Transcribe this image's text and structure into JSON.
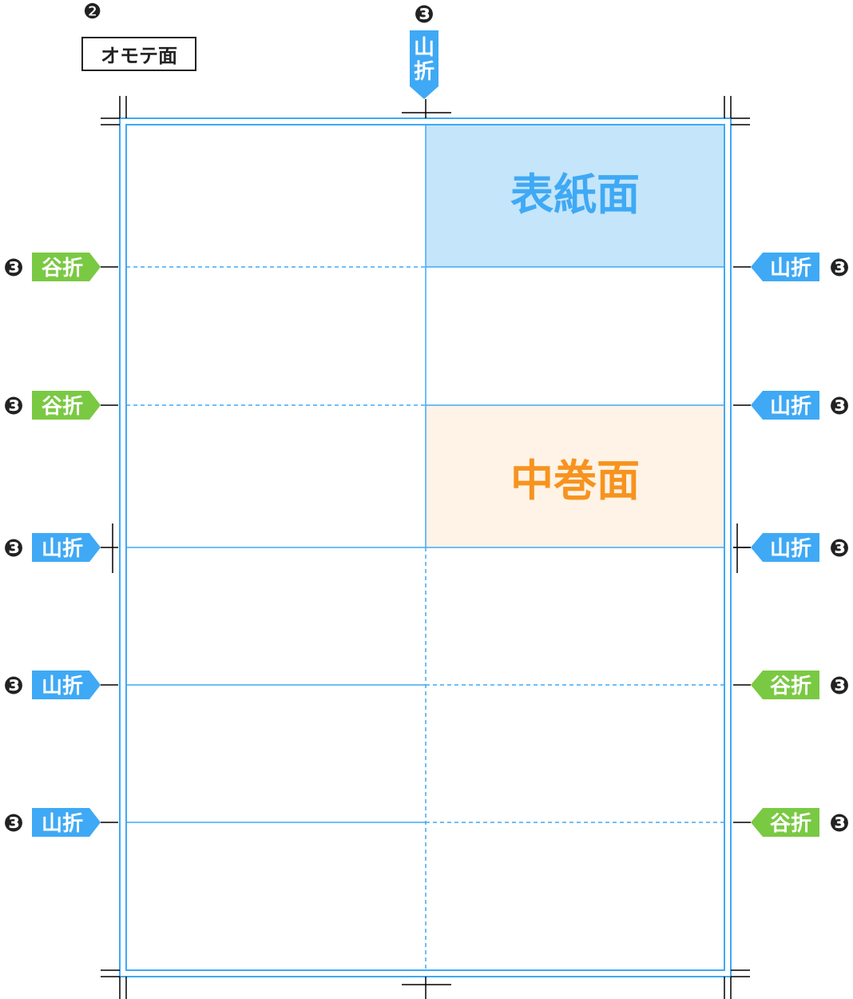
{
  "side_number": "❷",
  "side_label": "オモテ面",
  "step_number": "❸",
  "panels": {
    "cover": "表紙面",
    "middle": "中巻面"
  },
  "colors": {
    "line": "#3fa9f5",
    "mountain": "#3fa9f5",
    "valley": "#7ac943",
    "cover_fill": "#c5e5fa",
    "cover_text": "#3fa9f5",
    "middle_fill": "#fef3e6",
    "middle_text": "#f7931e"
  },
  "fold_types": {
    "mountain": "山折",
    "valley": "谷折"
  },
  "top_fold": {
    "type": "mountain",
    "label": "山折"
  },
  "left_folds": [
    {
      "type": "valley",
      "label": "谷折"
    },
    {
      "type": "valley",
      "label": "谷折"
    },
    {
      "type": "mountain",
      "label": "山折"
    },
    {
      "type": "mountain",
      "label": "山折"
    },
    {
      "type": "mountain",
      "label": "山折"
    }
  ],
  "right_folds": [
    {
      "type": "mountain",
      "label": "山折"
    },
    {
      "type": "mountain",
      "label": "山折"
    },
    {
      "type": "mountain",
      "label": "山折"
    },
    {
      "type": "valley",
      "label": "谷折"
    },
    {
      "type": "valley",
      "label": "谷折"
    }
  ]
}
